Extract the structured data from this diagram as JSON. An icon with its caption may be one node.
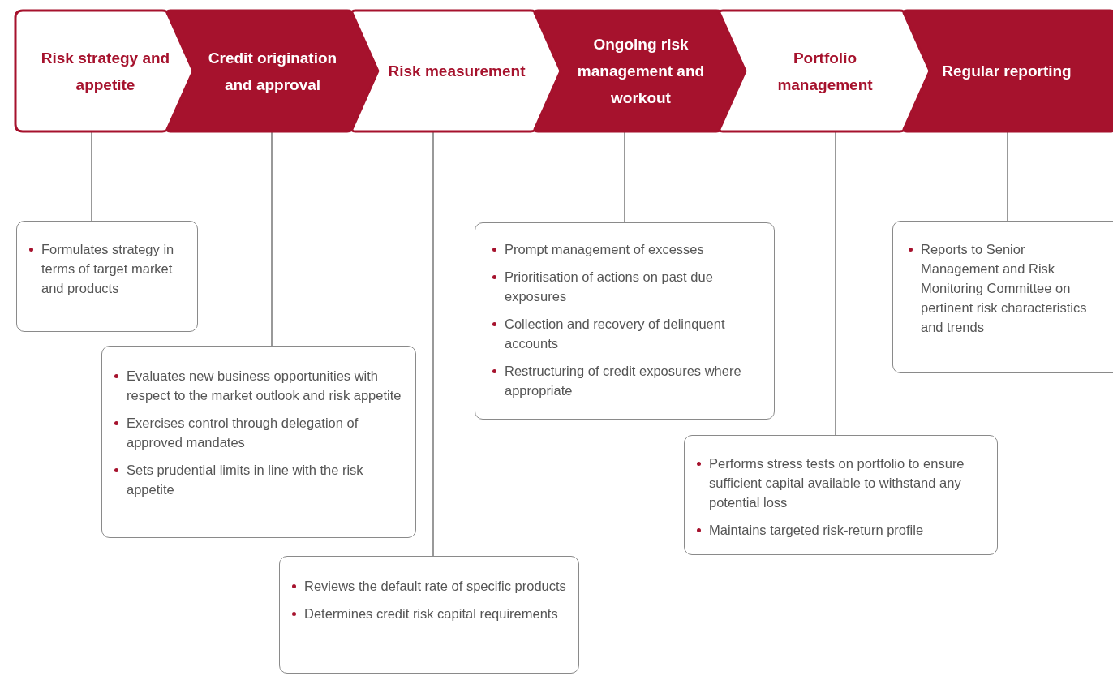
{
  "diagram": {
    "nodes": [
      {
        "text": [
          "Risk strategy and appetite"
        ]
      },
      {
        "text": [
          "Credit origination and approval"
        ]
      },
      {
        "text": [
          "Risk measurement"
        ]
      },
      {
        "text": [
          "Ongoing risk management and workout"
        ]
      },
      {
        "text": [
          "Portfolio management"
        ]
      },
      {
        "text": [
          "Regular reporting"
        ]
      },
      {
        "text": [
          "Formulates strategy in terms of target market and products"
        ]
      },
      {
        "text": [
          "Evaluates new business opportunities with respect to the market outlook and risk appetite",
          "Exercises control through delegation of approved mandates",
          "Sets prudential limits in line with the risk appetite"
        ]
      },
      {
        "text": [
          "Reviews the default rate of specific products",
          "Determines credit risk capital requirements"
        ]
      },
      {
        "text": [
          "Prompt management of excesses",
          "Prioritisation of actions on past due exposures",
          "Collection and recovery of delinquent accounts",
          "Restructuring of credit exposures where appropriate"
        ]
      },
      {
        "text": [
          "Performs stress tests on portfolio to ensure sufficient capital available to withstand any potential loss",
          "Maintains targeted risk-return profile"
        ]
      },
      {
        "text": [
          "Reports to Senior Management and Risk Monitoring Committee on pertinent risk characteristics and trends"
        ]
      }
    ],
    "edges": [
      {
        "from": 0,
        "to": 6,
        "arrow": "none"
      },
      {
        "from": 1,
        "to": 7,
        "arrow": "none"
      },
      {
        "from": 2,
        "to": 8,
        "arrow": "none"
      },
      {
        "from": 3,
        "to": 9,
        "arrow": "none"
      },
      {
        "from": 4,
        "to": 10,
        "arrow": "none"
      },
      {
        "from": 5,
        "to": 11,
        "arrow": "none"
      }
    ]
  }
}
